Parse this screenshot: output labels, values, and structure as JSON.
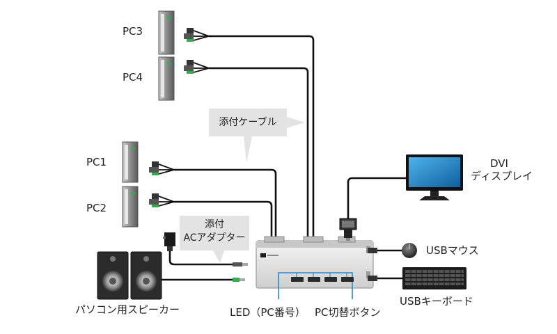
{
  "labels": {
    "pc3": "PC3",
    "pc4": "PC4",
    "pc1": "PC1",
    "pc2": "PC2",
    "cable_callout": "添付ケーブル",
    "adapter_line1": "添付",
    "adapter_line2": "ACアダプター",
    "dvi_line1": "DVI",
    "dvi_line2": "ディスプレイ",
    "mouse": "USBマウス",
    "keyboard": "USBキーボード",
    "speaker": "パソコン用スピーカー",
    "led": "LED（PC番号）",
    "switch_buttons": "PC切替ボタン"
  },
  "colors": {
    "cable": "#111111",
    "pc_body": "#8a8a8a",
    "pc_front": "#d4d4d4",
    "callout_bg": "#e3e3e3",
    "switch_leader": "#2f86c6",
    "switch_body": "#e4e4e4",
    "speaker": "#2b2b2b",
    "monitor_screen": "#1d86c9"
  }
}
